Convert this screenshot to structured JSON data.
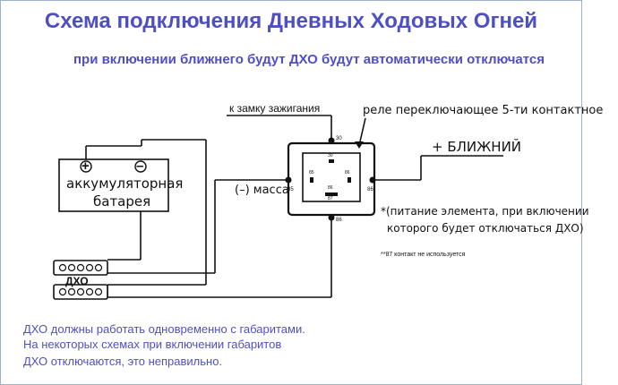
{
  "title": "Схема подключения Дневных Ходовых Огней",
  "subtitle": "при включении ближнего будут ДХО будут автоматически отключатся",
  "labels": {
    "ignition": "к замку зажигания",
    "relay": "реле переключающее 5-ти контактное",
    "low_beam": "+ БЛИЖНИЙ",
    "ground": "(–) масса",
    "battery_line1": "аккумуляторная",
    "battery_line2": "батарея",
    "battery_plus": "+",
    "battery_minus": "–",
    "drl": "ДХО",
    "element_note_line1": "*(питание элемента, при включении",
    "element_note_line2": "которого будет отключаться ДХО)",
    "pin87_note": "**87 контакт не используется"
  },
  "relay_pins": {
    "top": "30",
    "left": "85",
    "right": "86",
    "bottom": "86",
    "inner_top": "30",
    "inner_left": "85",
    "inner_right": "86",
    "inner_bottom": "87",
    "inner_center": "86"
  },
  "notes": [
    "ДХО должны работать одновременно с габаритами.",
    "На некоторых схемах при включении габаритов",
    " ДХО отключаются, это неправильно."
  ],
  "colors": {
    "heading": "#4f4fc4",
    "lines": "#111111"
  }
}
